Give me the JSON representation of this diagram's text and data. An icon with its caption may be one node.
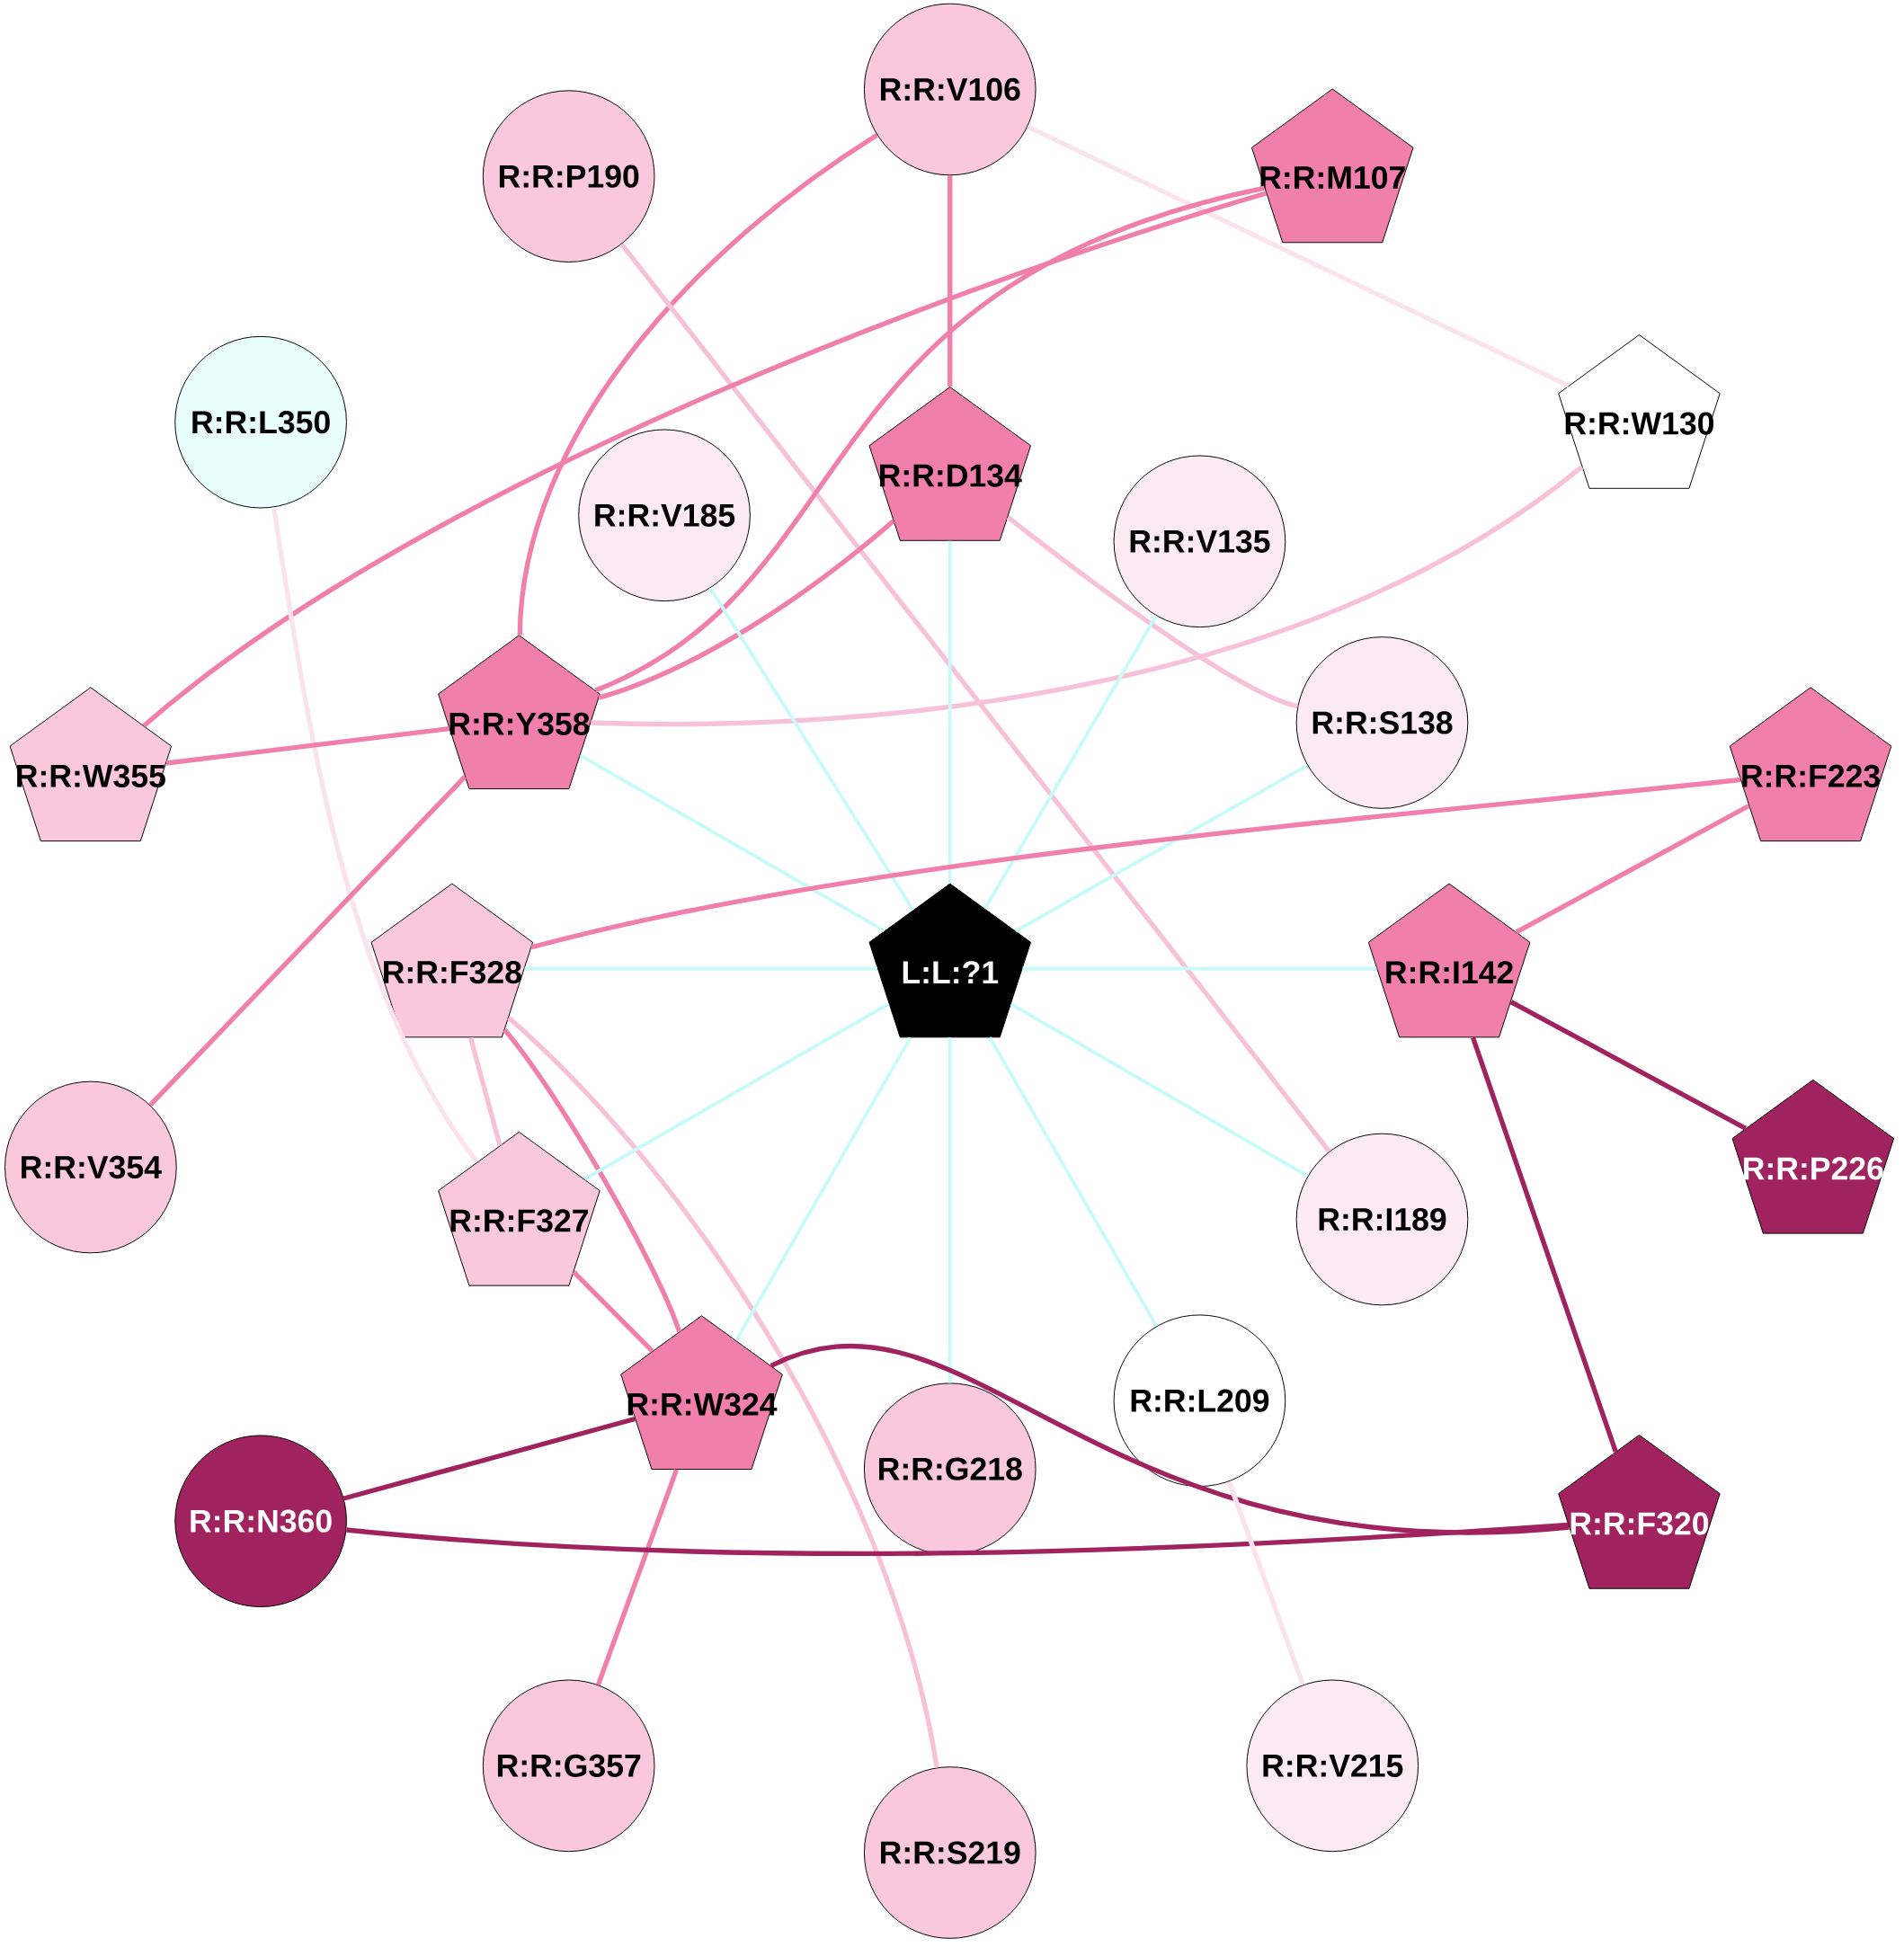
{
  "diagram": {
    "nodes": [
      {
        "text": [
          "R:R:V106"
        ]
      },
      {
        "text": [
          "R:R:P190"
        ]
      },
      {
        "text": [
          "R:R:M107"
        ]
      },
      {
        "text": [
          "R:R:L350"
        ]
      },
      {
        "text": [
          "R:R:W130"
        ]
      },
      {
        "text": [
          "R:R:D134"
        ]
      },
      {
        "text": [
          "R:R:V185"
        ]
      },
      {
        "text": [
          "R:R:V135"
        ]
      },
      {
        "text": [
          "R:R:Y358"
        ]
      },
      {
        "text": [
          "R:R:S138"
        ]
      },
      {
        "text": [
          "R:R:W355"
        ]
      },
      {
        "text": [
          "R:R:F223"
        ]
      },
      {
        "text": [
          "L:L:?1"
        ]
      },
      {
        "text": [
          "R:R:F328"
        ]
      },
      {
        "text": [
          "R:R:I142"
        ]
      },
      {
        "text": [
          "R:R:V354"
        ]
      },
      {
        "text": [
          "R:R:P226"
        ]
      },
      {
        "text": [
          "R:R:F327"
        ]
      },
      {
        "text": [
          "R:R:I189"
        ]
      },
      {
        "text": [
          "R:R:W324"
        ]
      },
      {
        "text": [
          "R:R:L209"
        ]
      },
      {
        "text": [
          "R:R:G218"
        ]
      },
      {
        "text": [
          "R:R:N360"
        ]
      },
      {
        "text": [
          "R:R:F320"
        ]
      },
      {
        "text": [
          "R:R:G357"
        ]
      },
      {
        "text": [
          "R:R:V215"
        ]
      },
      {
        "text": [
          "R:R:S219"
        ]
      }
    ],
    "edges": [
      {
        "from": 0,
        "to": 5,
        "arrow": "none",
        "color": "#f07fab"
      },
      {
        "from": 0,
        "to": 8,
        "arrow": "none",
        "color": "#f07fab"
      },
      {
        "from": 0,
        "to": 4,
        "arrow": "none",
        "color": "#fbe3ee"
      },
      {
        "from": 1,
        "to": 18,
        "arrow": "none",
        "color": "#f7c1d9"
      },
      {
        "from": 2,
        "to": 10,
        "arrow": "none",
        "color": "#f07fab"
      },
      {
        "from": 2,
        "to": 8,
        "arrow": "none",
        "color": "#f07fab"
      },
      {
        "from": 3,
        "to": 17,
        "arrow": "none",
        "color": "#fbe3ee"
      },
      {
        "from": 4,
        "to": 8,
        "arrow": "none",
        "color": "#f7c1d9"
      },
      {
        "from": 5,
        "to": 8,
        "arrow": "none",
        "color": "#f07fab"
      },
      {
        "from": 5,
        "to": 9,
        "arrow": "none",
        "color": "#f7c1d9"
      },
      {
        "from": 5,
        "to": 12,
        "arrow": "none",
        "color": "#c8fafa"
      },
      {
        "from": 6,
        "to": 12,
        "arrow": "none",
        "color": "#c8fafa"
      },
      {
        "from": 7,
        "to": 12,
        "arrow": "none",
        "color": "#c8fafa"
      },
      {
        "from": 8,
        "to": 12,
        "arrow": "none",
        "color": "#c8fafa"
      },
      {
        "from": 9,
        "to": 12,
        "arrow": "none",
        "color": "#c8fafa"
      },
      {
        "from": 8,
        "to": 10,
        "arrow": "none",
        "color": "#f07fab"
      },
      {
        "from": 8,
        "to": 15,
        "arrow": "none",
        "color": "#f07fab"
      },
      {
        "from": 11,
        "to": 13,
        "arrow": "none",
        "color": "#f07fab"
      },
      {
        "from": 11,
        "to": 14,
        "arrow": "none",
        "color": "#f07fab"
      },
      {
        "from": 13,
        "to": 12,
        "arrow": "none",
        "color": "#c8fafa"
      },
      {
        "from": 14,
        "to": 12,
        "arrow": "none",
        "color": "#c8fafa"
      },
      {
        "from": 14,
        "to": 16,
        "arrow": "none",
        "color": "#a0225e"
      },
      {
        "from": 14,
        "to": 23,
        "arrow": "none",
        "color": "#a0225e"
      },
      {
        "from": 13,
        "to": 17,
        "arrow": "none",
        "color": "#f7c1d9"
      },
      {
        "from": 13,
        "to": 19,
        "arrow": "none",
        "color": "#f07fab"
      },
      {
        "from": 13,
        "to": 26,
        "arrow": "none",
        "color": "#f7c1d9"
      },
      {
        "from": 12,
        "to": 17,
        "arrow": "none",
        "color": "#c8fafa"
      },
      {
        "from": 12,
        "to": 18,
        "arrow": "none",
        "color": "#c8fafa"
      },
      {
        "from": 12,
        "to": 19,
        "arrow": "none",
        "color": "#c8fafa"
      },
      {
        "from": 12,
        "to": 20,
        "arrow": "none",
        "color": "#c8fafa"
      },
      {
        "from": 12,
        "to": 21,
        "arrow": "none",
        "color": "#c8fafa"
      },
      {
        "from": 19,
        "to": 17,
        "arrow": "none",
        "color": "#f07fab"
      },
      {
        "from": 19,
        "to": 22,
        "arrow": "none",
        "color": "#a0225e"
      },
      {
        "from": 19,
        "to": 23,
        "arrow": "none",
        "color": "#a0225e"
      },
      {
        "from": 19,
        "to": 24,
        "arrow": "none",
        "color": "#f07fab"
      },
      {
        "from": 22,
        "to": 23,
        "arrow": "none",
        "color": "#a0225e"
      },
      {
        "from": 20,
        "to": 25,
        "arrow": "none",
        "color": "#fbe3ee"
      }
    ]
  }
}
